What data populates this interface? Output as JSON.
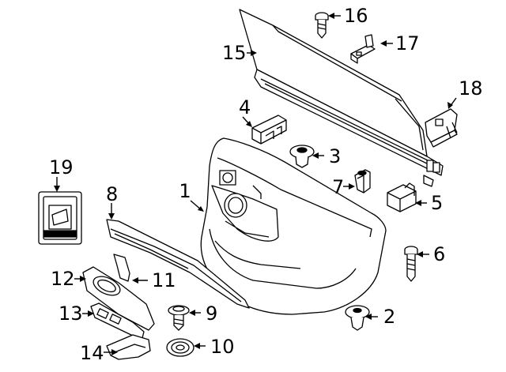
{
  "diagram": {
    "style": {
      "line_color": "#000000",
      "background": "#ffffff"
    },
    "callouts": [
      {
        "id": "c1",
        "label": "1"
      },
      {
        "id": "c2",
        "label": "2"
      },
      {
        "id": "c3",
        "label": "3"
      },
      {
        "id": "c4",
        "label": "4"
      },
      {
        "id": "c5",
        "label": "5"
      },
      {
        "id": "c6",
        "label": "6"
      },
      {
        "id": "c7",
        "label": "7"
      },
      {
        "id": "c8",
        "label": "8"
      },
      {
        "id": "c9",
        "label": "9"
      },
      {
        "id": "c10",
        "label": "10"
      },
      {
        "id": "c11",
        "label": "11"
      },
      {
        "id": "c12",
        "label": "12"
      },
      {
        "id": "c13",
        "label": "13"
      },
      {
        "id": "c14",
        "label": "14"
      },
      {
        "id": "c15",
        "label": "15"
      },
      {
        "id": "c16",
        "label": "16"
      },
      {
        "id": "c17",
        "label": "17"
      },
      {
        "id": "c18",
        "label": "18"
      },
      {
        "id": "c19",
        "label": "19"
      }
    ]
  }
}
